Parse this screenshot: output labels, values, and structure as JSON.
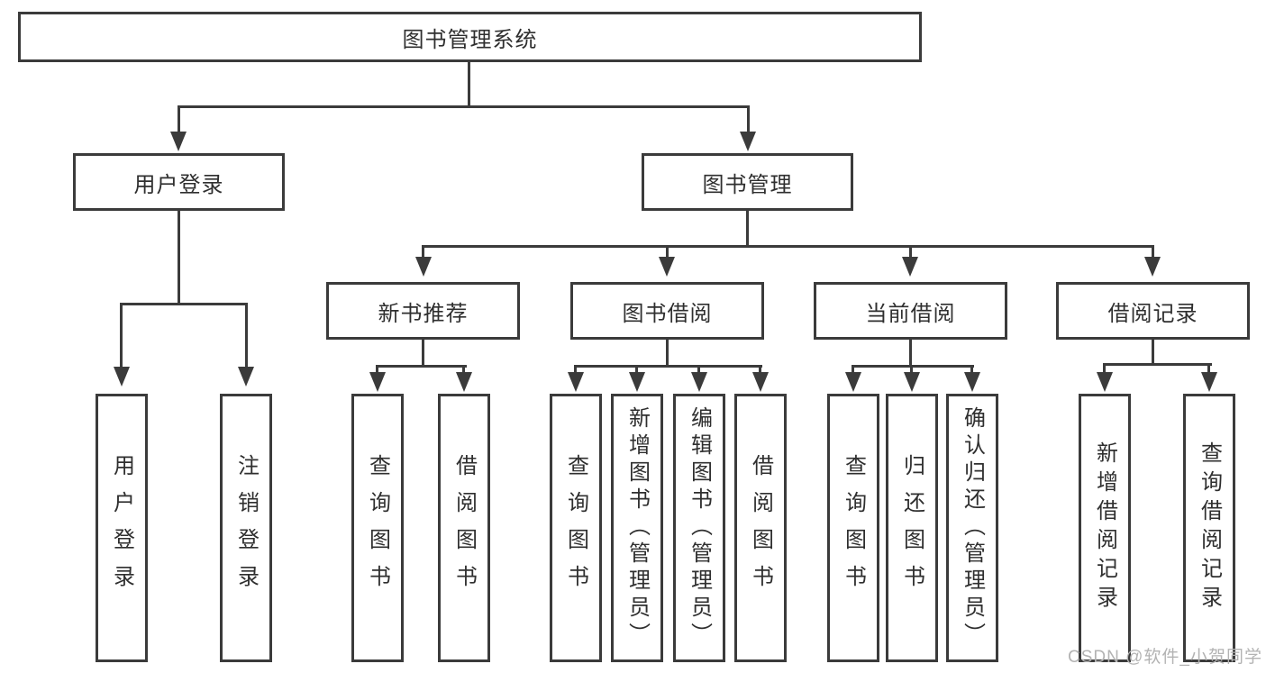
{
  "diagram": {
    "title": "图书管理系统",
    "level2": [
      {
        "label": "用户登录"
      },
      {
        "label": "图书管理"
      }
    ],
    "level3": [
      {
        "label": "新书推荐"
      },
      {
        "label": "图书借阅"
      },
      {
        "label": "当前借阅"
      },
      {
        "label": "借阅记录"
      }
    ],
    "leaves": {
      "user_login": [
        {
          "label": "用户登录"
        },
        {
          "label": "注销登录"
        }
      ],
      "new_books": [
        {
          "label": "查询图书"
        },
        {
          "label": "借阅图书"
        }
      ],
      "book_borrow": [
        {
          "label": "查询图书"
        },
        {
          "label": "新增图书（管理员）"
        },
        {
          "label": "编辑图书（管理员）"
        },
        {
          "label": "借阅图书"
        }
      ],
      "current_borrow": [
        {
          "label": "查询图书"
        },
        {
          "label": "归还图书"
        },
        {
          "label": "确认归还（管理员）"
        }
      ],
      "borrow_records": [
        {
          "label": "新增借阅记录"
        },
        {
          "label": "查询借阅记录"
        }
      ]
    },
    "watermark": "CSDN @软件_小贺同学"
  },
  "colors": {
    "line": "#3b3b3b",
    "text": "#2f2f2f",
    "watermark": "#b3b3b3",
    "background": "#ffffff"
  }
}
